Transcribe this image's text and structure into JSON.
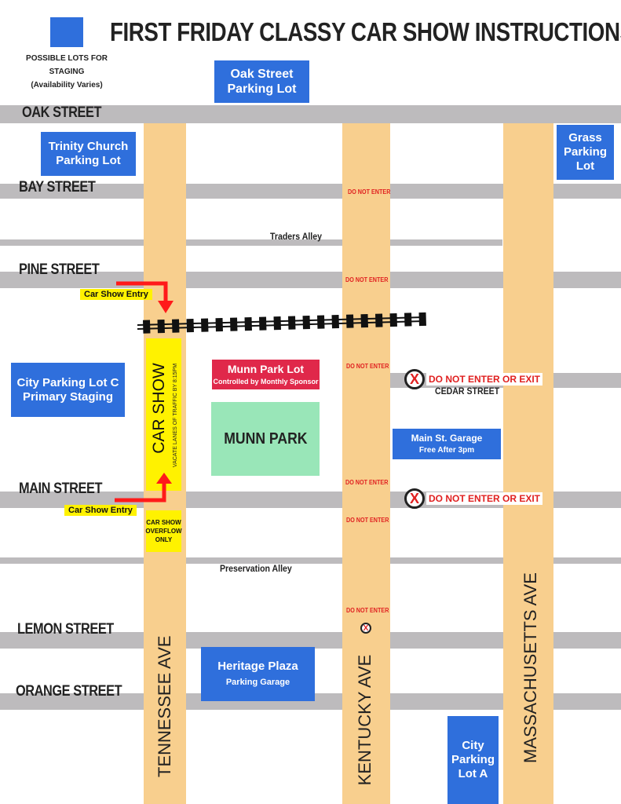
{
  "title": "FIRST FRIDAY CLASSY CAR SHOW INSTRUCTIONS",
  "legend": {
    "swatch_color": "#2f6fdc",
    "line1": "POSSIBLE LOTS FOR",
    "line2": "STAGING",
    "line3": "(Availability Varies)"
  },
  "streets": {
    "oak": "OAK STREET",
    "bay": "BAY STREET",
    "pine": "PINE STREET",
    "main": "MAIN STREET",
    "lemon": "LEMON STREET",
    "orange": "ORANGE STREET",
    "cedar": "CEDAR STREET"
  },
  "alleys": {
    "traders": "Traders Alley",
    "preservation": "Preservation  Alley"
  },
  "avenues": {
    "tennessee": "TENNESSEE AVE",
    "kentucky": "KENTUCKY AVE",
    "massachusetts": "MASSACHUSETTS AVE"
  },
  "lots": {
    "oak_l1": "Oak Street",
    "oak_l2": "Parking Lot",
    "trinity_l1": "Trinity Church",
    "trinity_l2": "Parking Lot",
    "grass_l1": "Grass",
    "grass_l2": "Parking",
    "grass_l3": "Lot",
    "cityc_l1": "City Parking Lot C",
    "cityc_l2": "Primary Staging",
    "munn_lot": "Munn Park Lot",
    "munn_lot_sub": "Controlled by Monthly Sponsor",
    "garage": "Main St. Garage",
    "garage_sub": "Free After 3pm",
    "heritage": "Heritage Plaza",
    "heritage_sub": "Parking Garage",
    "citya_l1": "City",
    "citya_l2": "Parking",
    "citya_l3": "Lot A"
  },
  "park": "MUNN PARK",
  "car_show": {
    "label": "CAR SHOW",
    "sub": "VACATE LANES OF TRAFFIC BY 8:15PM",
    "overflow_l1": "CAR SHOW",
    "overflow_l2": "OVERFLOW",
    "overflow_l3": "ONLY"
  },
  "entry_label": "Car Show Entry",
  "do_not_enter": "DO NOT ENTER",
  "do_not_enter_or_exit": "DO NOT ENTER OR EXIT",
  "no_entry_symbol": "X",
  "colors": {
    "street": "#bdbbbd",
    "avenue": "#f8cf8e",
    "lot": "#2f6fdc",
    "park": "#99e6b8",
    "munn_lot": "#e0284a",
    "highlight": "#fff200",
    "warning": "#e02020",
    "arrow": "#ff1a1a"
  }
}
